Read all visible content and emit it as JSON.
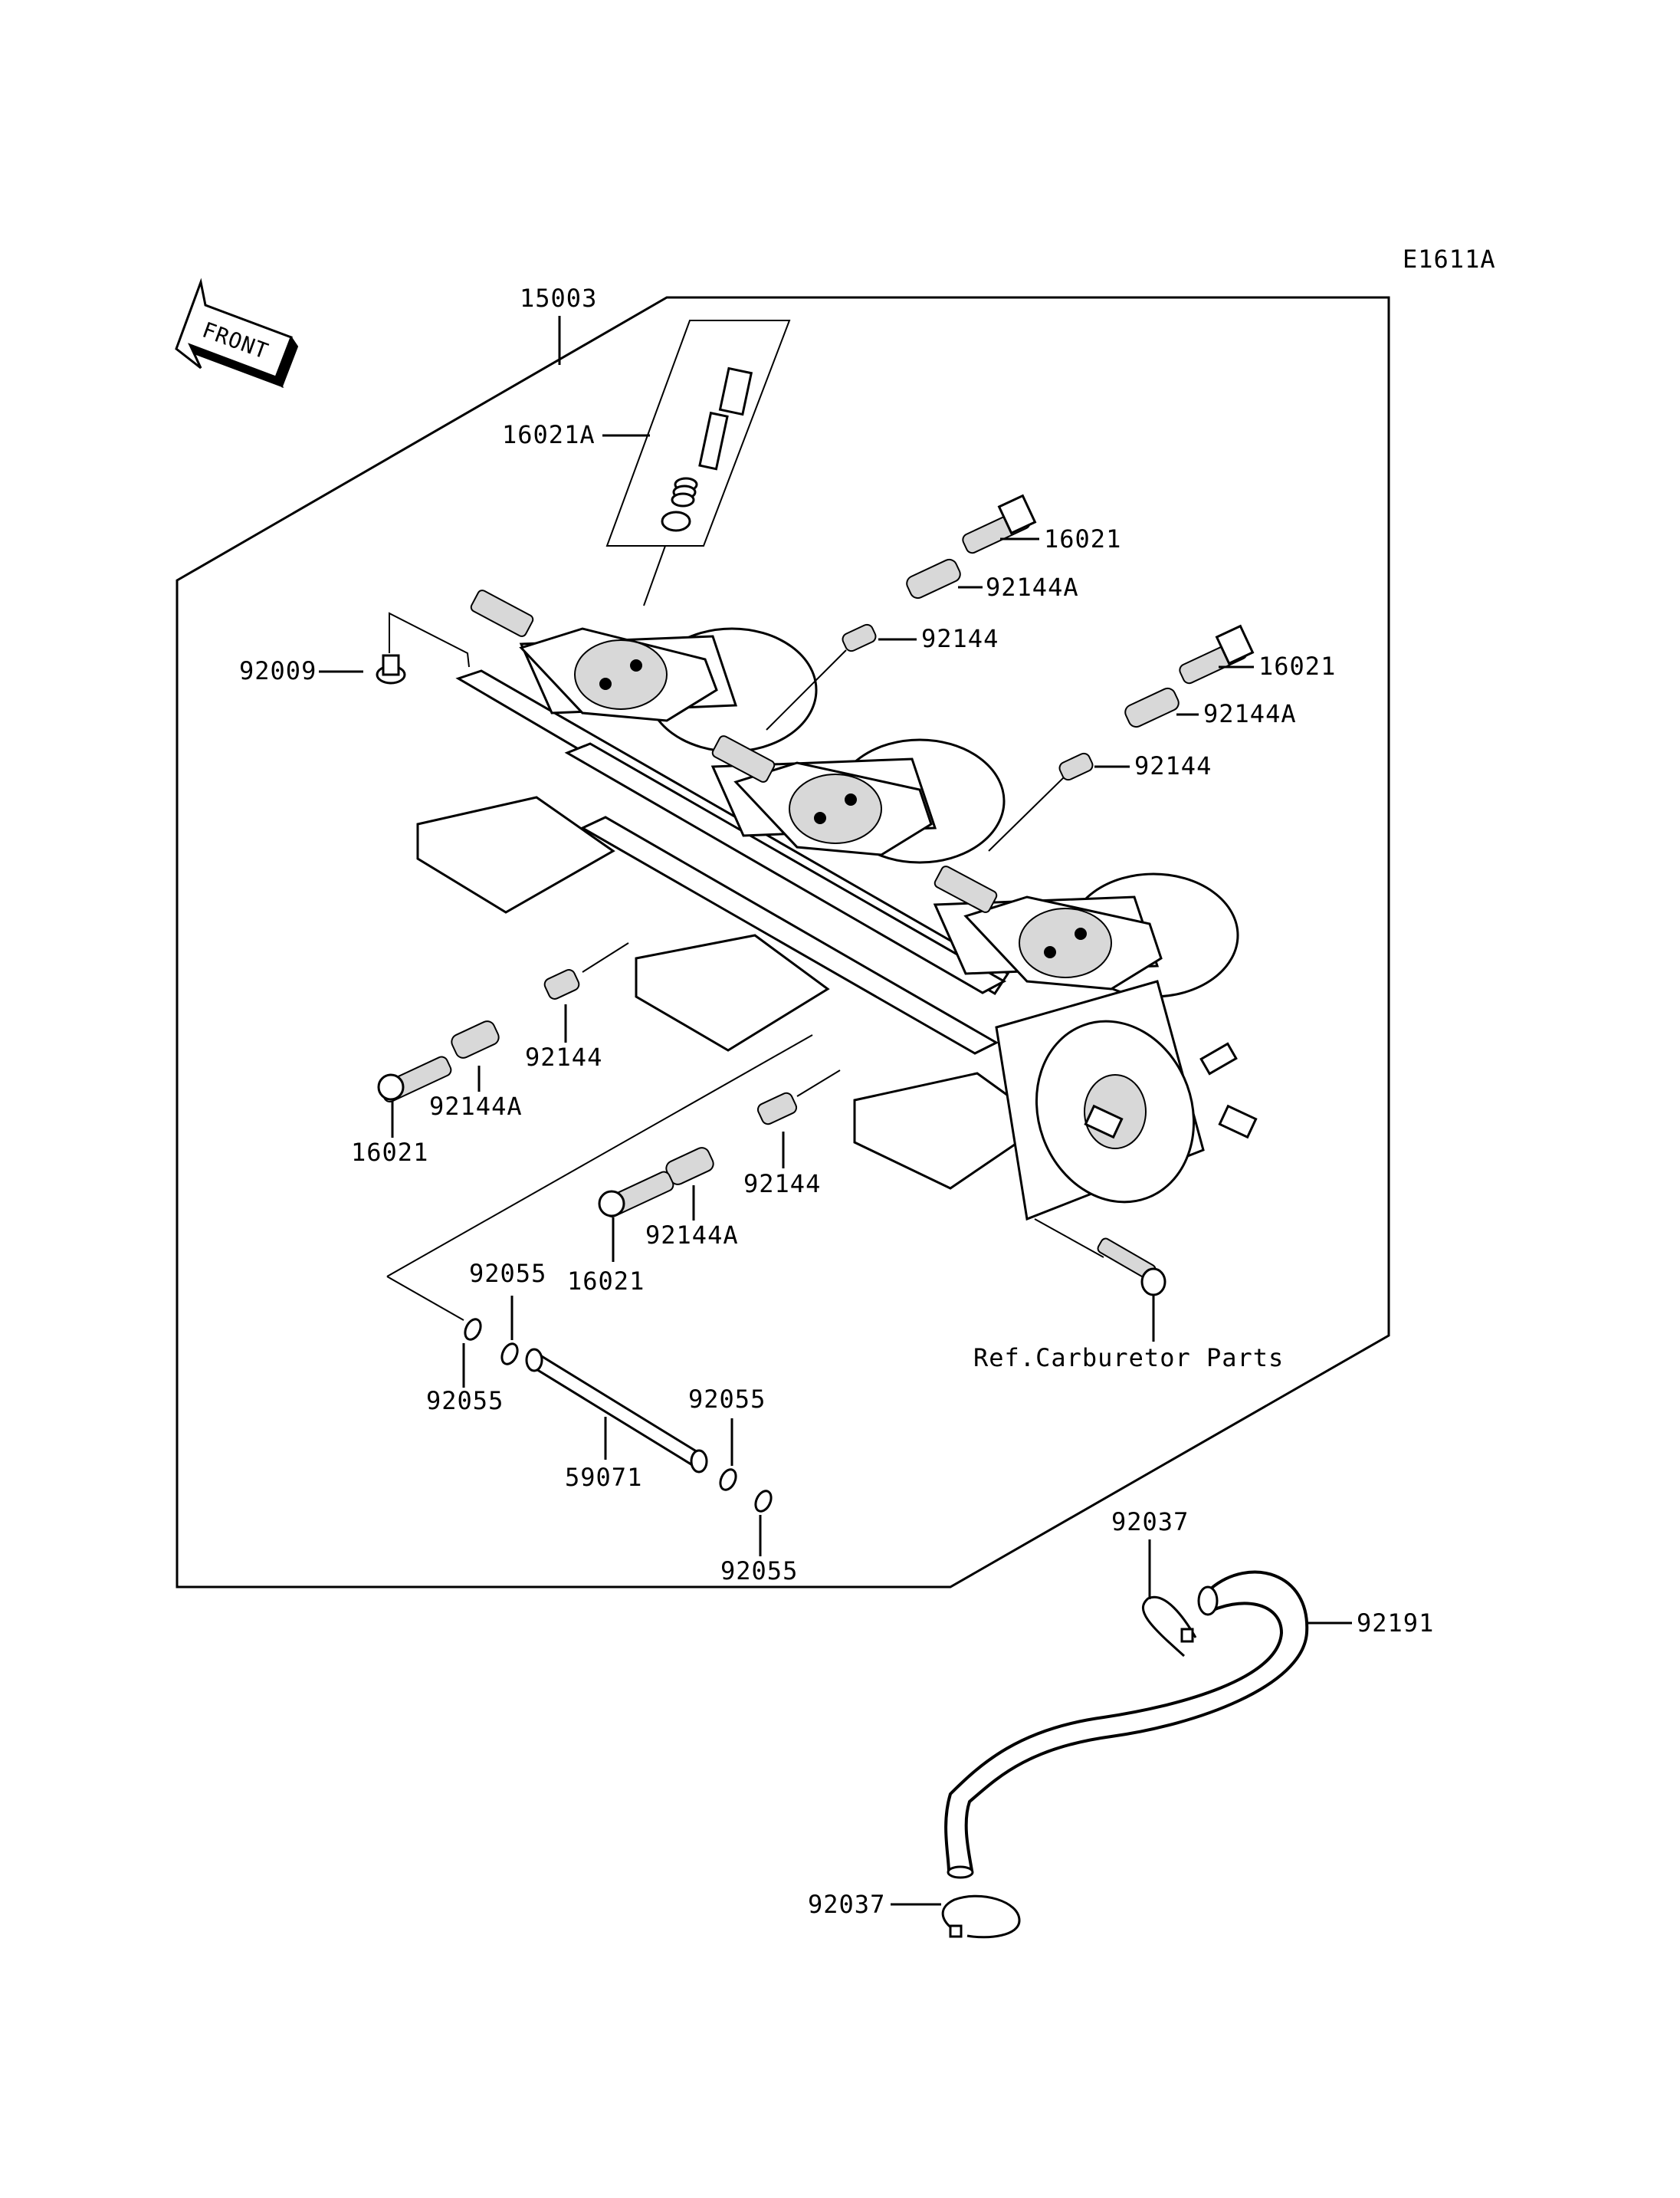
{
  "diagram": {
    "code": "E1611A",
    "front_label": "FRONT",
    "reference_label": "Ref.Carburetor Parts",
    "labels": {
      "assembly": "15003",
      "adjuster_a": "16021A",
      "screw_top_right": "16021",
      "spring_a_top_right": "92144A",
      "spring_top_right": "92144",
      "screw_right": "16021",
      "spring_a_right": "92144A",
      "spring_right": "92144",
      "screw_left_plug": "92009",
      "spring_left": "92144",
      "spring_a_left": "92144A",
      "screw_left": "16021",
      "spring_middle": "92144",
      "spring_a_middle": "92144A",
      "screw_middle": "16021",
      "oring_top": "92055",
      "oring_left": "92055",
      "oring_right_top": "92055",
      "oring_right_bottom": "92055",
      "pipe": "59071",
      "clamp_top": "92037",
      "hose": "92191",
      "clamp_bottom": "92037"
    }
  }
}
